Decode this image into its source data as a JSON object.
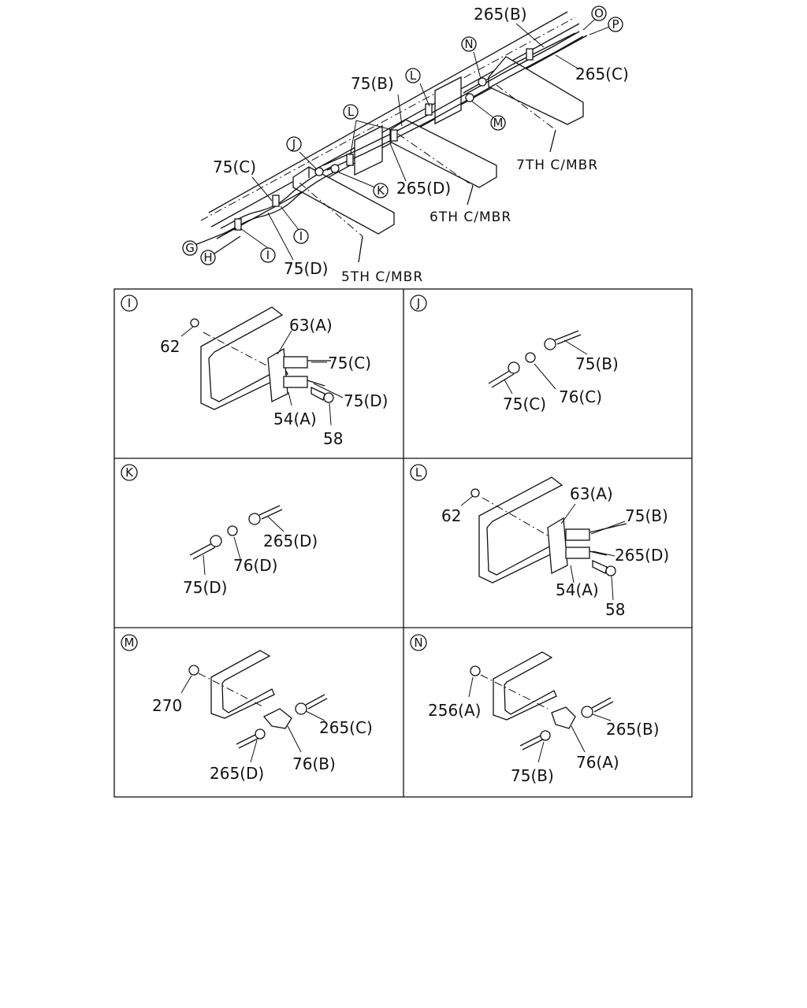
{
  "overview": {
    "labels": {
      "p265b": "265(B)",
      "p265c": "265(C)",
      "p75b": "75(B)",
      "p75c": "75(C)",
      "p265d": "265(D)",
      "p75d": "75(D)",
      "m7": "7TH C/MBR",
      "m6": "6TH C/MBR",
      "m5": "5TH C/MBR"
    },
    "callouts": {
      "o": "O",
      "p": "P",
      "n": "N",
      "l": "L",
      "m": "M",
      "l2": "L",
      "j": "J",
      "k": "K",
      "i": "I",
      "g": "G",
      "h": "H",
      "i2": "I"
    }
  },
  "details": {
    "I": {
      "tag": "I",
      "parts": {
        "a": "62",
        "b": "63(A)",
        "c": "75(C)",
        "d": "75(D)",
        "e": "54(A)",
        "f": "58"
      }
    },
    "J": {
      "tag": "J",
      "parts": {
        "a": "75(B)",
        "b": "76(C)",
        "c": "75(C)"
      }
    },
    "K": {
      "tag": "K",
      "parts": {
        "a": "265(D)",
        "b": "76(D)",
        "c": "75(D)"
      }
    },
    "L": {
      "tag": "L",
      "parts": {
        "a": "62",
        "b": "63(A)",
        "c": "75(B)",
        "d": "265(D)",
        "e": "54(A)",
        "f": "58"
      }
    },
    "M": {
      "tag": "M",
      "parts": {
        "a": "270",
        "b": "265(C)",
        "c": "76(B)",
        "d": "265(D)"
      }
    },
    "N": {
      "tag": "N",
      "parts": {
        "a": "256(A)",
        "b": "265(B)",
        "c": "76(A)",
        "d": "75(B)"
      }
    }
  }
}
